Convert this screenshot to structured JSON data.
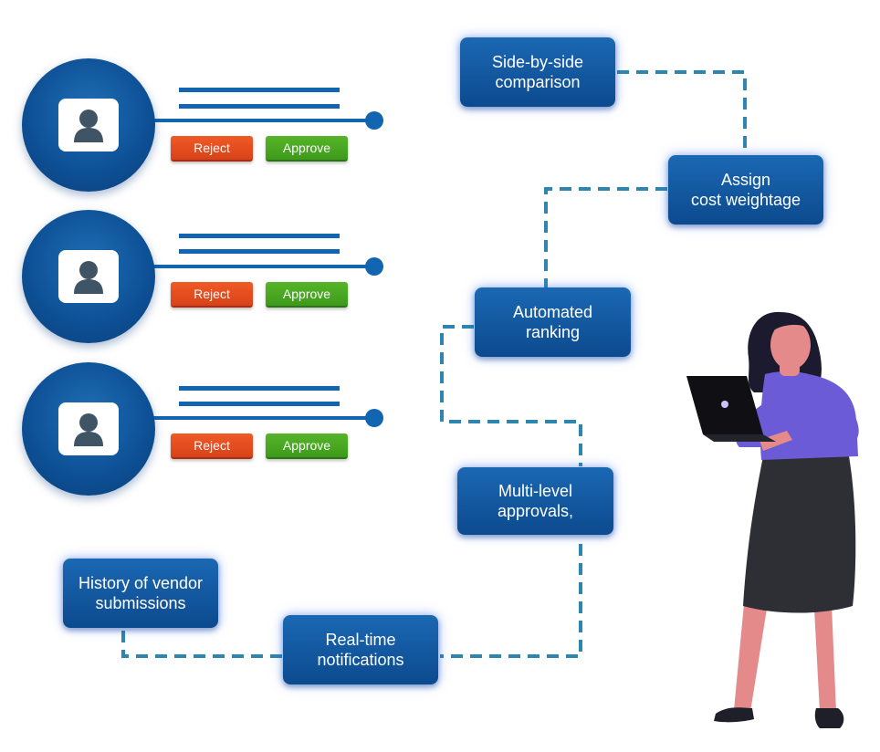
{
  "applications": [
    {
      "reject_label": "Reject",
      "approve_label": "Approve"
    },
    {
      "reject_label": "Reject",
      "approve_label": "Approve"
    },
    {
      "reject_label": "Reject",
      "approve_label": "Approve"
    }
  ],
  "feature_nodes": {
    "side_by_side": [
      "Side-by-side",
      "comparison"
    ],
    "cost_weightage": [
      "Assign",
      "cost weightage"
    ],
    "automated_ranking": [
      "Automated",
      "ranking"
    ],
    "multi_level": [
      "Multi-level",
      "approvals,"
    ],
    "history": [
      "History of vendor",
      "submissions"
    ],
    "notifications": [
      "Real-time",
      "notifications"
    ]
  },
  "colors": {
    "primary_blue": "#0d4f94",
    "connector": "#2e86b0",
    "reject": "#e04e1f",
    "approve": "#48a822",
    "node_glow": "#3a6ff0"
  },
  "icons": [
    "user-icon",
    "laptop-icon"
  ],
  "illustration": "woman-with-laptop"
}
